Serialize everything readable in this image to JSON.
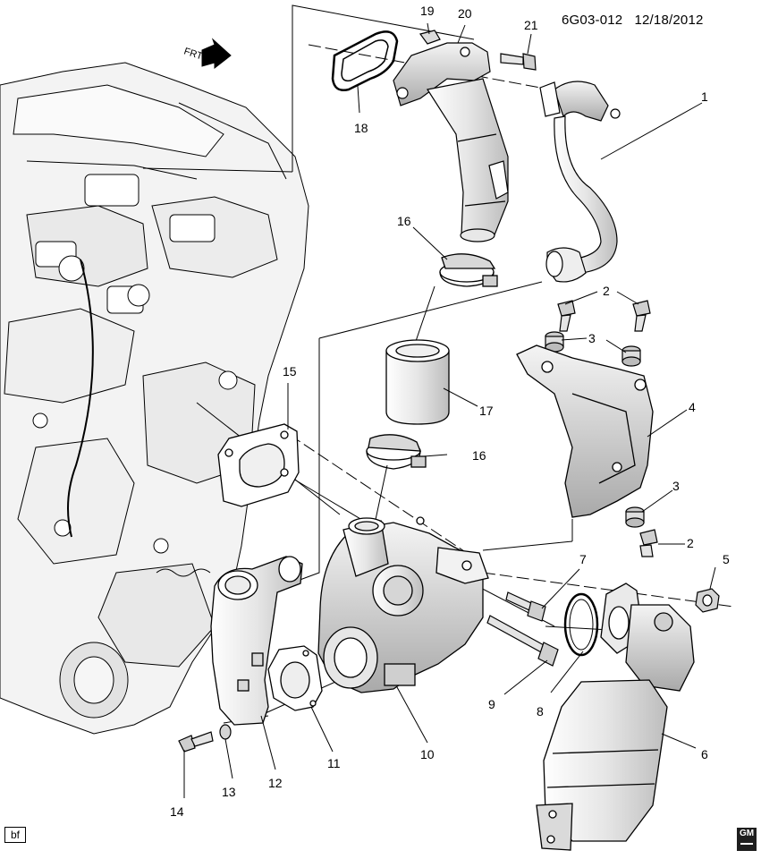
{
  "header": {
    "diagram_id": "6G03-012",
    "date": "12/18/2012"
  },
  "direction_label": "FRT",
  "footer": {
    "badge": "bf",
    "logo": "GM"
  },
  "callouts": {
    "c1": "1",
    "c2a": "2",
    "c2b": "2",
    "c3a": "3",
    "c3b": "3",
    "c4": "4",
    "c5": "5",
    "c6": "6",
    "c7": "7",
    "c8": "8",
    "c9": "9",
    "c10": "10",
    "c11": "11",
    "c12": "12",
    "c13": "13",
    "c14": "14",
    "c15": "15",
    "c16a": "16",
    "c16b": "16",
    "c17": "17",
    "c18": "18",
    "c19": "19",
    "c20": "20",
    "c21": "21"
  }
}
